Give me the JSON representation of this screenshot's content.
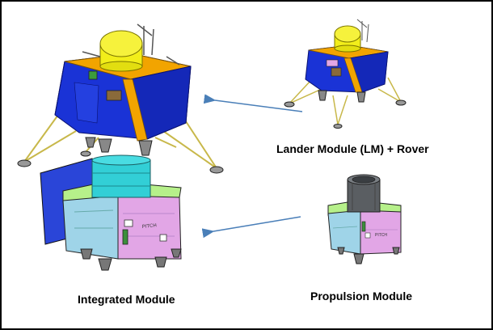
{
  "labels": {
    "lander": "Lander Module (LM) + Rover",
    "integrated": "Integrated Module",
    "propulsion": "Propulsion Module"
  },
  "propulsion_panel_text": "PITCH",
  "colors": {
    "lander_blue": "#1a33d6",
    "gold": "#f2a400",
    "tank_yellow": "#f2ee1a",
    "cyan_adapter": "#32cfd6",
    "pm_pink": "#e2a6e6",
    "pm_light_blue": "#9fd4e8",
    "pm_green_top": "#b6f08a",
    "solar_panel": "#2a45d8",
    "arrow": "#4a7fb8"
  }
}
